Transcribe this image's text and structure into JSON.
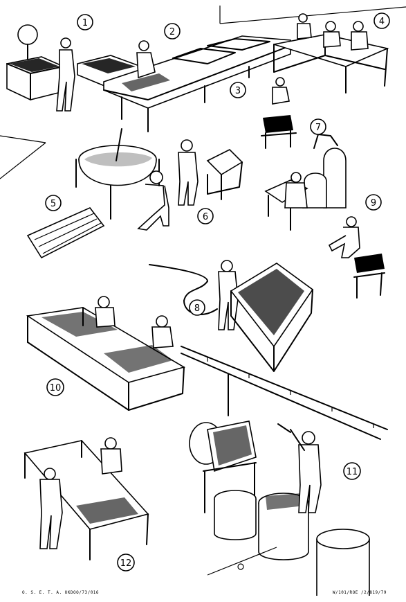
{
  "steps": [
    "1",
    "2",
    "3",
    "4",
    "5",
    "6",
    "7",
    "8",
    "9",
    "10",
    "11",
    "12"
  ],
  "footer": {
    "left": "O. S. E. T. A.   UKDOO/73/016",
    "right": "W/101/ROE /2/819/79"
  }
}
